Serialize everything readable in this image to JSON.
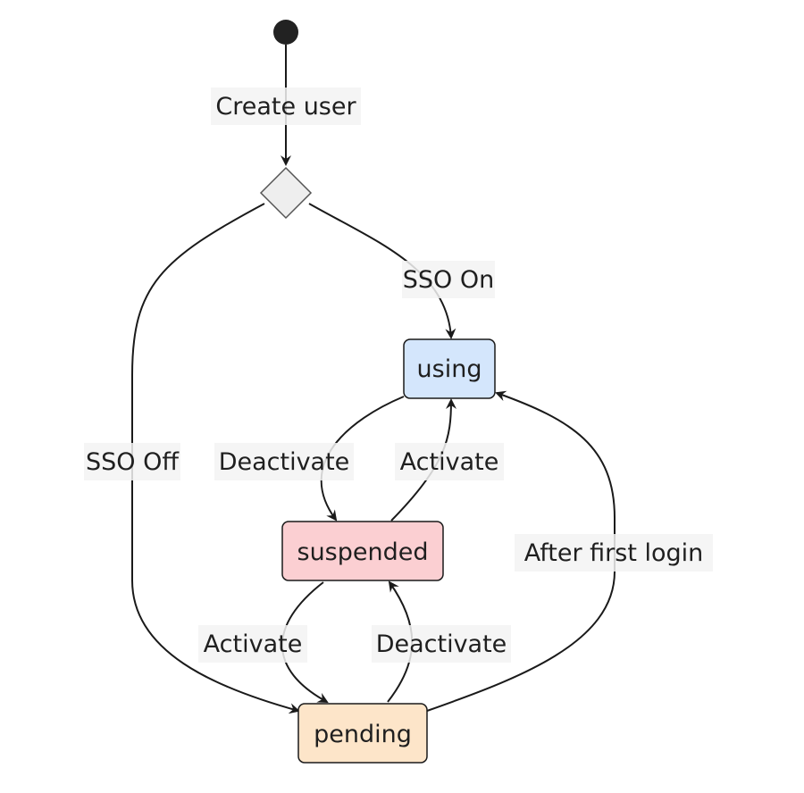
{
  "diagram": {
    "states": {
      "using": {
        "label": "using",
        "fill": "#d4e6fc",
        "stroke": "#1a1a1a"
      },
      "suspended": {
        "label": "suspended",
        "fill": "#fbcfd2",
        "stroke": "#1a1a1a"
      },
      "pending": {
        "label": "pending",
        "fill": "#fde5c9",
        "stroke": "#1a1a1a"
      }
    },
    "start": {
      "fill": "#222222"
    },
    "choice": {
      "fill": "#eeeeee",
      "stroke": "#555555"
    },
    "transitions": [
      {
        "from": "start",
        "to": "choice",
        "label": "Create user"
      },
      {
        "from": "choice",
        "to": "using",
        "label": "SSO On"
      },
      {
        "from": "choice",
        "to": "pending",
        "label": "SSO Off"
      },
      {
        "from": "using",
        "to": "suspended",
        "label": "Deactivate"
      },
      {
        "from": "suspended",
        "to": "using",
        "label": "Activate"
      },
      {
        "from": "suspended",
        "to": "pending",
        "label": "Activate"
      },
      {
        "from": "pending",
        "to": "suspended",
        "label": "Deactivate"
      },
      {
        "from": "pending",
        "to": "using",
        "label": "After first login"
      }
    ]
  }
}
